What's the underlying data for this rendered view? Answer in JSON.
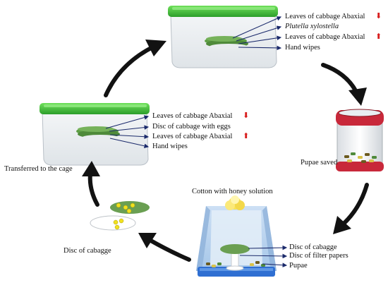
{
  "top_box": {
    "labels": [
      "Leaves of cabbage Abaxial",
      "Plutella xylostella",
      "Leaves of cabbage Abaxial",
      "Hand wipes"
    ],
    "markers": [
      "down",
      "",
      "up",
      ""
    ]
  },
  "left_box": {
    "labels": [
      "Leaves of cabbage Abaxial",
      "Disc of cabbage with eggs",
      "Leaves of cabbage Abaxial",
      "Hand wipes"
    ],
    "markers": [
      "down",
      "",
      "up",
      ""
    ]
  },
  "jar": {
    "label": "Pupae saved"
  },
  "cage": {
    "top_label": "Cotton with honey solution",
    "labels": [
      "Disc of cabagge",
      "Disc of filter papers",
      "Pupae"
    ]
  },
  "discs": {
    "label": "Disc of cabagge"
  },
  "transfer": {
    "label": "Transferred to the cage"
  },
  "glyphs": {
    "down": "⬇",
    "up": "⬆"
  },
  "colors": {
    "lid_green": "#3fbf3a",
    "leaf_green": "#5f9f45",
    "disc_green": "#6a9f52",
    "pointer_blue": "#1b2a6b",
    "marker_red": "#d81e1e",
    "jar_red": "#c8283a"
  }
}
